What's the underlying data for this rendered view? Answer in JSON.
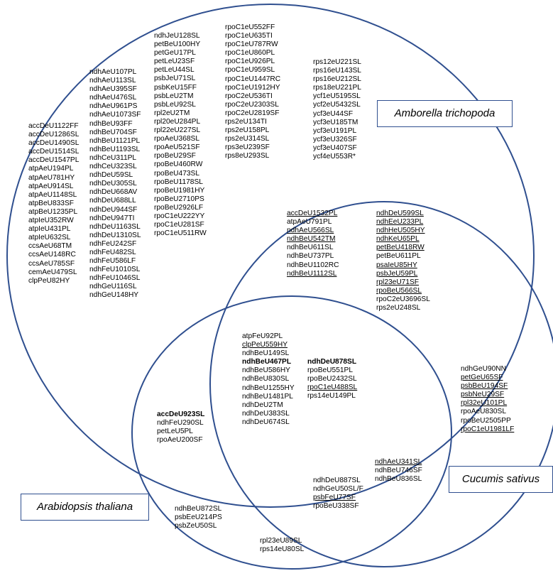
{
  "sets": {
    "amborella": "Amborella trichopoda",
    "cucumis": "Cucumis sativus",
    "arabidopsis": "Arabidopsis thaliana"
  },
  "circle_color": "#2f4f8f",
  "groups": {
    "amb_col1": [
      {
        "t": "accDeU1122FF"
      },
      {
        "t": "accDeU1286SL"
      },
      {
        "t": "accDeU1490SL"
      },
      {
        "t": "accDeU1514SL"
      },
      {
        "t": "accDeU1547PL"
      },
      {
        "t": "atpAeU194PL"
      },
      {
        "t": "atpAeU781HY"
      },
      {
        "t": "atpAeU914SL"
      },
      {
        "t": "atpAeU1148SL"
      },
      {
        "t": "atpBeU833SF"
      },
      {
        "t": "atpBeU1235PL"
      },
      {
        "t": "atpIeU352RW"
      },
      {
        "t": "atpIeU431PL"
      },
      {
        "t": "atpIeU632SL"
      },
      {
        "t": "ccsAeU68TM"
      },
      {
        "t": "ccsAeU148RC"
      },
      {
        "t": "ccsAeU785SF"
      },
      {
        "t": "cemAeU479SL"
      },
      {
        "t": "clpPeU82HY"
      }
    ],
    "amb_col2": [
      {
        "t": "ndhAeU107PL"
      },
      {
        "t": "ndhAeU113SL"
      },
      {
        "t": "ndhAeU395SF"
      },
      {
        "t": "ndhAeU476SL"
      },
      {
        "t": "ndhAeU961PS"
      },
      {
        "t": "ndhAeU1073SF"
      },
      {
        "t": "ndhBeU93FF"
      },
      {
        "t": "ndhBeU704SF"
      },
      {
        "t": "ndhBeU1121PL"
      },
      {
        "t": "ndhBeU1193SL"
      },
      {
        "t": "ndhCeU311PL"
      },
      {
        "t": "ndhCeU323SL"
      },
      {
        "t": "ndhDeU59SL"
      },
      {
        "t": "ndhDeU305SL"
      },
      {
        "t": "ndhDeU668AV"
      },
      {
        "t": "ndhDeU688LL"
      },
      {
        "t": "ndhDeU944SF"
      },
      {
        "t": "ndhDeU947TI"
      },
      {
        "t": "ndhDeU1163SL"
      },
      {
        "t": "ndhDeU1310SL"
      },
      {
        "t": "ndhFeU242SF"
      },
      {
        "t": "ndhFeU482SL"
      },
      {
        "t": "ndhFeU586LF"
      },
      {
        "t": "ndhFeU1010SL"
      },
      {
        "t": "ndhFeU1046SL"
      },
      {
        "t": "ndhGeU116SL"
      },
      {
        "t": "ndhGeU148HY"
      }
    ],
    "amb_col3": [
      {
        "t": "ndhJeU128SL"
      },
      {
        "t": "petBeU100HY"
      },
      {
        "t": "petGeU17PL"
      },
      {
        "t": "petLeU23SF"
      },
      {
        "t": "petLeU44SL"
      },
      {
        "t": "psbJeU71SL"
      },
      {
        "t": "psbKeU15FF"
      },
      {
        "t": "psbLeU2TM"
      },
      {
        "t": "psbLeU92SL"
      },
      {
        "t": "rpl2eU2TM"
      },
      {
        "t": "rpl20eU284PL"
      },
      {
        "t": "rpl22eU227SL"
      },
      {
        "t": "rpoAeU368SL"
      },
      {
        "t": "rpoAeU521SF"
      },
      {
        "t": "rpoBeU29SF"
      },
      {
        "t": "rpoBeU460RW"
      },
      {
        "t": "rpoBeU473SL"
      },
      {
        "t": "rpoBeU1178SL"
      },
      {
        "t": "rpoBeU1981HY"
      },
      {
        "t": "rpoBeU2710PS"
      },
      {
        "t": "rpoBeU2926LF"
      },
      {
        "t": "rpoC1eU222YY"
      },
      {
        "t": "rpoC1eU281SF"
      },
      {
        "t": "rpoC1eU511RW"
      }
    ],
    "amb_col4": [
      {
        "t": "rpoC1eU552FF"
      },
      {
        "t": "rpoC1eU635TI"
      },
      {
        "t": "rpoC1eU787RW"
      },
      {
        "t": "rpoC1eU860PL"
      },
      {
        "t": "rpoC1eU926PL"
      },
      {
        "t": "rpoC1eU959SL"
      },
      {
        "t": "rpoC1eU1447RC"
      },
      {
        "t": "rpoC1eU1912HY"
      },
      {
        "t": "rpoC2eU536TI"
      },
      {
        "t": "rpoC2eU2303SL"
      },
      {
        "t": "rpoC2eU2819SF"
      },
      {
        "t": "rps2eU134TI"
      },
      {
        "t": "rps2eU158PL"
      },
      {
        "t": "rps2eU314SL"
      },
      {
        "t": "rps3eU239SF"
      },
      {
        "t": "rps8eU293SL"
      }
    ],
    "amb_col5": [
      {
        "t": "rps12eU221SL"
      },
      {
        "t": "rps16eU143SL"
      },
      {
        "t": "rps16eU212SL"
      },
      {
        "t": "rps18eU221PL"
      },
      {
        "t": "ycf1eU5195SL"
      },
      {
        "t": "ycf2eU5432SL"
      },
      {
        "t": "ycf3eU44SF"
      },
      {
        "t": "ycf3eU185TM"
      },
      {
        "t": "ycf3eU191PL"
      },
      {
        "t": "ycf3eU326SF"
      },
      {
        "t": "ycf3eU407SF"
      },
      {
        "t": "ycf4eU553R*"
      }
    ],
    "amb_cuc_left": [
      {
        "t": "accDeU1532PL",
        "u": true
      },
      {
        "t": "atpAeU791PL"
      },
      {
        "t": "ndhAeU566SL",
        "u": true
      },
      {
        "t": "ndhBeU542TM",
        "u": true
      },
      {
        "t": "ndhBeU611SL"
      },
      {
        "t": "ndhBeU737PL"
      },
      {
        "t": "ndhBeU1102RC"
      },
      {
        "t": "ndhBeU1112SL",
        "u": true
      }
    ],
    "amb_cuc_right": [
      {
        "t": "ndhDeU599SL",
        "u": true
      },
      {
        "t": "ndhEeU233PL",
        "u": true
      },
      {
        "t": "ndhHeU505HY",
        "u": true
      },
      {
        "t": "ndhKeU65PL",
        "u": true
      },
      {
        "t": "petBeU418RW",
        "u": true
      },
      {
        "t": "petBeU611PL"
      },
      {
        "t": "psaIeU85HY",
        "u": true
      },
      {
        "t": "psbJeU59PL",
        "u": true
      },
      {
        "t": "rpl23eU71SF",
        "u": true
      },
      {
        "t": "rpoBeU566SL",
        "u": true
      },
      {
        "t": "rpoC2eU3696SL"
      },
      {
        "t": "rps2eU248SL"
      }
    ],
    "center_left": [
      {
        "t": "atpFeU92PL"
      },
      {
        "t": "clpPeU559HY",
        "u": true
      },
      {
        "t": "ndhBeU149SL"
      },
      {
        "t": "ndhBeU467PL",
        "b": true
      },
      {
        "t": "ndhBeU586HY"
      },
      {
        "t": "ndhBeU830SL"
      },
      {
        "t": "ndhBeU1255HY"
      },
      {
        "t": "ndhBeU1481PL"
      },
      {
        "t": "ndhDeU2TM"
      },
      {
        "t": "ndhDeU383SL"
      },
      {
        "t": "ndhDeU674SL"
      }
    ],
    "center_right": [
      {
        "t": "ndhDeU878SL",
        "b": true
      },
      {
        "t": "rpoBeU551PL"
      },
      {
        "t": "rpoBeU2432SL"
      },
      {
        "t": "rpoC1eU488SL",
        "u": true
      },
      {
        "t": "rps14eU149PL"
      }
    ],
    "amb_ara": [
      {
        "t": "accDeU923SL",
        "b": true
      },
      {
        "t": "ndhFeU290SL"
      },
      {
        "t": "petLeU5PL"
      },
      {
        "t": "rpoAeU200SF"
      }
    ],
    "cuc_only": [
      {
        "t": "ndhGeU90NN"
      },
      {
        "t": "petGeU65SF",
        "u": true
      },
      {
        "t": "psbBeU194SF",
        "u": true
      },
      {
        "t": "psbNeU29SF",
        "u": true
      },
      {
        "t": "rpl32eU101PL",
        "u": true
      },
      {
        "t": "rpoAeU830SL"
      },
      {
        "t": "rpoBeU2505PP"
      },
      {
        "t": "rpoC1eU1981LF",
        "u": true
      }
    ],
    "cuc_ara_right": [
      {
        "t": "ndhAeU341SL",
        "u": true
      },
      {
        "t": "ndhBeU746SF"
      },
      {
        "t": "ndhBeU836SL"
      }
    ],
    "cuc_ara_left": [
      {
        "t": "ndhDeU887SL"
      },
      {
        "t": "ndhGeU50SL/F"
      },
      {
        "t": "psbFeU77SF",
        "u": true
      },
      {
        "t": "rpoBeU338SF"
      }
    ],
    "ara_only_a": [
      {
        "t": "ndhBeU872SL"
      },
      {
        "t": "psbEeU214PS"
      },
      {
        "t": "psbZeU50SL"
      }
    ],
    "ara_only_b": [
      {
        "t": "rpl23eU89SL"
      },
      {
        "t": "rps14eU80SL"
      }
    ]
  }
}
